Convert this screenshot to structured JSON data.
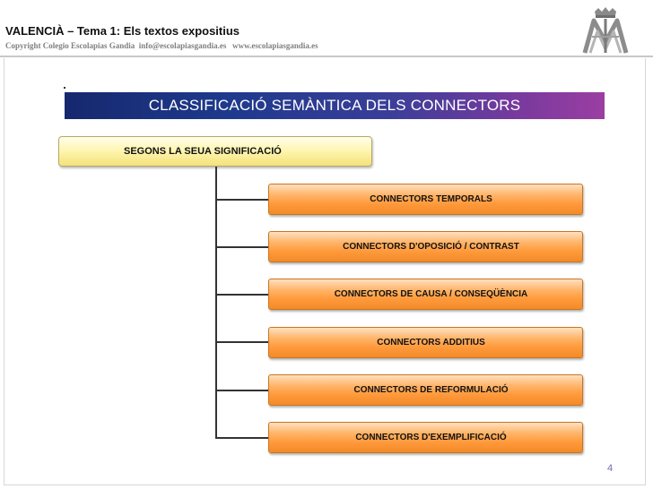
{
  "header": {
    "title": "VALENCIÀ – Tema 1: Els textos expositius",
    "copyright": "Copyright Colegio Escolapias Gandia  info@escolapiasgandia.es   www.escolapiasgandia.es",
    "logo_icon": "escolapias-monogram-icon"
  },
  "slide": {
    "title": "CLASSIFICACIÓ SEMÀNTICA DELS CONNECTORS",
    "root": "SEGONS LA SEUA SIGNIFICACIÓ",
    "children": [
      "CONNECTORS TEMPORALS",
      "CONNECTORS D'OPOSICIÓ / CONTRAST",
      "CONNECTORS DE CAUSA / CONSEQÜÈNCIA",
      "CONNECTORS ADDITIUS",
      "CONNECTORS DE REFORMULACIÓ",
      "CONNECTORS D'EXEMPLIFICACIÓ"
    ],
    "page_number": "4"
  },
  "colors": {
    "title_band_start": "#16286e",
    "title_band_end": "#9b3ea2",
    "root_fill": "#fff6b4",
    "child_fill": "#ff9a3c",
    "connector_line": "#333333"
  }
}
